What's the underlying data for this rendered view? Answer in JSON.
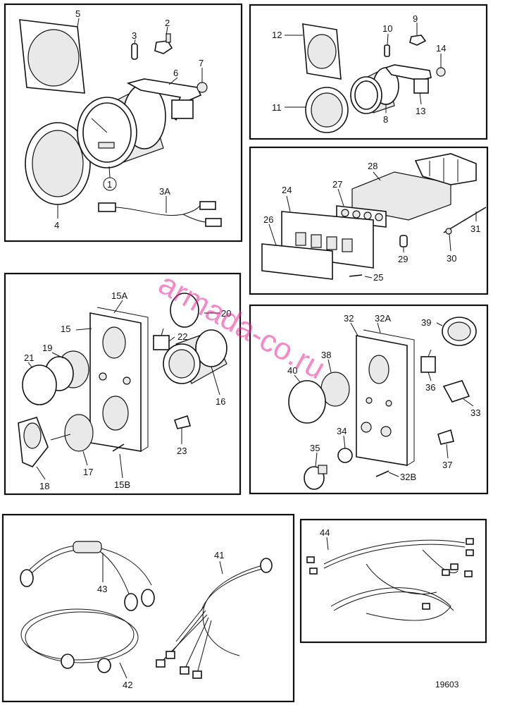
{
  "figure": {
    "reference_number": "19603",
    "watermark": "armada-co.ru"
  },
  "panels": [
    {
      "id": "gauge-panel",
      "labels": [
        "5",
        "3",
        "2",
        "7",
        "6",
        "1",
        "4",
        "3A"
      ]
    },
    {
      "id": "small-gauge-panel",
      "labels": [
        "12",
        "10",
        "9",
        "14",
        "11",
        "8",
        "13"
      ]
    },
    {
      "id": "switch-box-panel",
      "labels": [
        "28",
        "24",
        "27",
        "26",
        "31",
        "29",
        "30",
        "25"
      ]
    },
    {
      "id": "key-switch-panel",
      "labels": [
        "15A",
        "20",
        "15",
        "22",
        "19",
        "21",
        "16",
        "23",
        "17",
        "18",
        "15B"
      ]
    },
    {
      "id": "alarm-panel",
      "labels": [
        "32",
        "32A",
        "39",
        "38",
        "40",
        "36",
        "33",
        "34",
        "35",
        "37",
        "32B"
      ]
    },
    {
      "id": "cable-panel",
      "labels": [
        "43",
        "41",
        "42"
      ]
    },
    {
      "id": "harness-panel",
      "labels": [
        "44"
      ]
    }
  ]
}
